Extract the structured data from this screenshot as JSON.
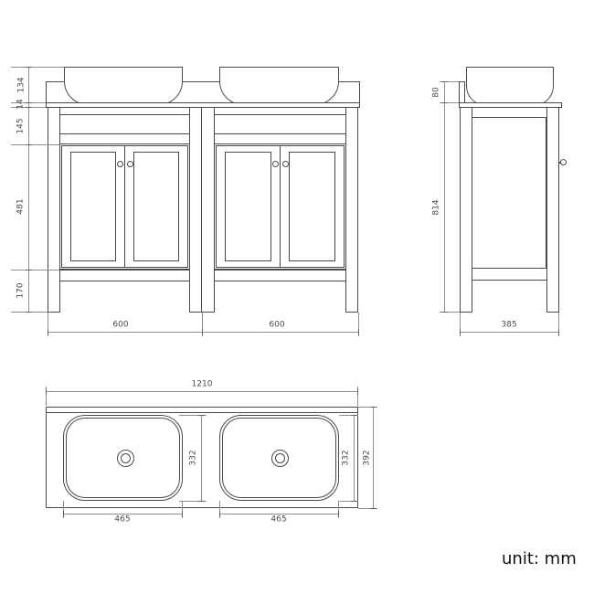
{
  "unit_note": "unit: mm",
  "front_view": {
    "dim_sink_height": "134",
    "dim_counter_thickness": "14",
    "dim_apron_height": "145",
    "dim_door_height": "481",
    "dim_leg_height": "170",
    "dim_left_cabinet_width": "600",
    "dim_right_cabinet_width": "600"
  },
  "side_view": {
    "dim_backsplash_height": "80",
    "dim_cabinet_height": "814",
    "dim_depth": "385"
  },
  "top_view": {
    "dim_total_width": "1210",
    "dim_left_basin_width": "465",
    "dim_right_basin_width": "465",
    "dim_left_basin_depth": "332",
    "dim_right_basin_depth": "332",
    "dim_counter_depth": "392"
  },
  "colors": {
    "object_line": "#4a4a4a",
    "dimension_line": "#8f8f8f",
    "label_text": "#4a4a4a",
    "note_text": "#111111",
    "background": "#ffffff"
  }
}
